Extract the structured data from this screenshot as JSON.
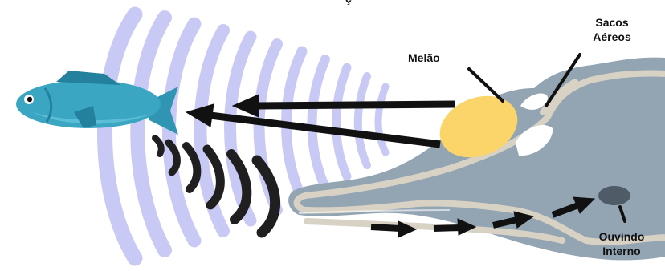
{
  "title_fragment": "ç",
  "labels": {
    "melao": "Melão",
    "sacos_line1": "Sacos",
    "sacos_line2": "Aéreos",
    "ouvido_line1": "Ouvindo",
    "ouvido_line2": "Interno"
  },
  "colors": {
    "sound_wave": "#c9c9f5",
    "dolphin_body": "#93a4b3",
    "dolphin_outline": "#d8d2c4",
    "melon": "#fbd56a",
    "fish": "#3aa6c2",
    "fish_dark": "#23819d",
    "echo_wave": "#1f1f1f",
    "ear": "#4f5b66",
    "arrow": "#111111"
  }
}
